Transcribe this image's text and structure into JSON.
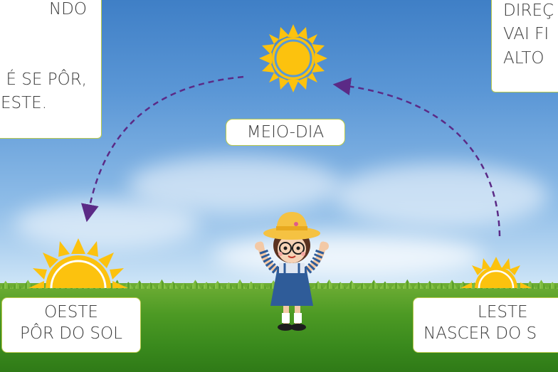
{
  "left_card": {
    "lines": [
      "NDO",
      "",
      "",
      "É SE PÔR,",
      "ESTE."
    ]
  },
  "right_card": {
    "lines": [
      "DIREÇ",
      "VAI FI",
      "ALTO"
    ]
  },
  "labels": {
    "noon": "MEIO-DIA",
    "west_line1": "OESTE",
    "west_line2": "PÔR DO SOL",
    "east_line1": "LESTE",
    "east_line2": "NASCER DO S"
  },
  "colors": {
    "sun": "#fcc20e",
    "sun_ring": "#5a9ad3",
    "arrow": "#5b2a86",
    "border": "#b9c94a"
  }
}
